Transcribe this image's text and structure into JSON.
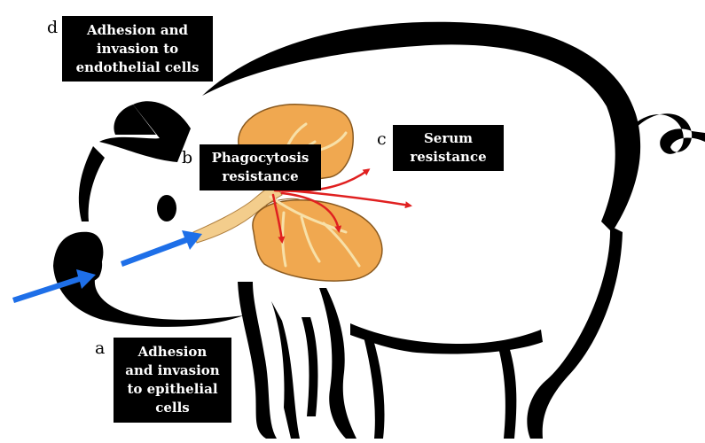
{
  "diagram": {
    "labels": [
      {
        "letter": "a",
        "text": "Adhesion\nand invasion\nto epithelial\ncells"
      },
      {
        "letter": "b",
        "text": "Phagocytosis\nresistance"
      },
      {
        "letter": "c",
        "text": "Serum\nresistance"
      },
      {
        "letter": "d",
        "text": "Adhesion and\ninvasion to\nendothelial cells"
      }
    ],
    "colors": {
      "outline": "#000000",
      "lung": "#f0a850",
      "airway": "#f3cd8c",
      "infection_arrow": "#1e6fe8",
      "spread_arrow": "#e02020",
      "label_box": "#000000",
      "label_text": "#ffffff"
    },
    "icons": [
      "pig-silhouette",
      "lungs",
      "blue-arrow",
      "red-arrow"
    ]
  }
}
